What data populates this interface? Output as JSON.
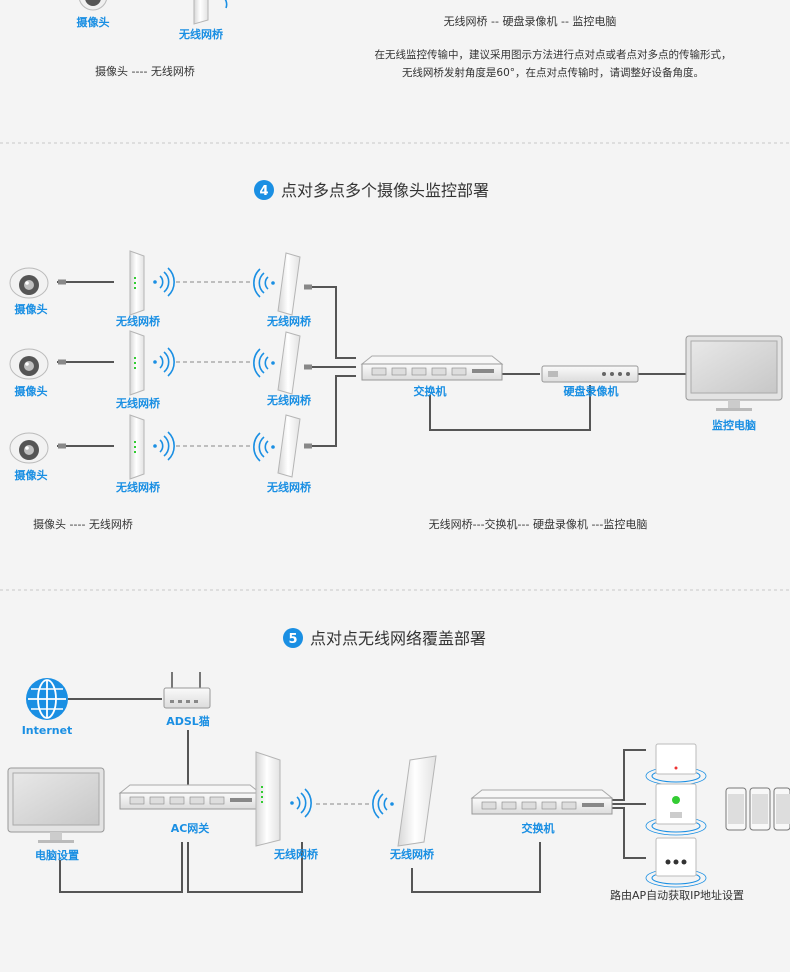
{
  "section3": {
    "camera_label": "摄像头",
    "bridge_label": "无线网桥",
    "legend_left": "摄像头 ---- 无线网桥",
    "legend_right": "无线网桥 -- 硬盘录像机 -- 监控电脑",
    "note_line1": "在无线监控传输中，建议采用图示方法进行点对点或者点对多点的传输形式，",
    "note_line2": "无线网桥发射角度是60°，在点对点传输时，请调整好设备角度。"
  },
  "section4": {
    "number": "4",
    "title": "点对多点多个摄像头监控部署",
    "camera_label": "摄像头",
    "bridge_label": "无线网桥",
    "switch_label": "交换机",
    "nvr_label": "硬盘录像机",
    "pc_label": "监控电脑",
    "legend_left": "摄像头 ---- 无线网桥",
    "legend_right": "无线网桥---交换机--- 硬盘录像机 ---监控电脑"
  },
  "section5": {
    "number": "5",
    "title": "点对点无线网络覆盖部署",
    "internet_label": "Internet",
    "adsl_label": "ADSL猫",
    "ac_label": "AC网关",
    "pc_label": "电脑设置",
    "bridge_label": "无线网桥",
    "switch_label": "交换机",
    "ap_note": "路由AP自动获取IP地址设置"
  },
  "colors": {
    "accent": "#1a8fe3",
    "text": "#333333",
    "cable": "#555555",
    "divider": "#c8c8c8"
  }
}
